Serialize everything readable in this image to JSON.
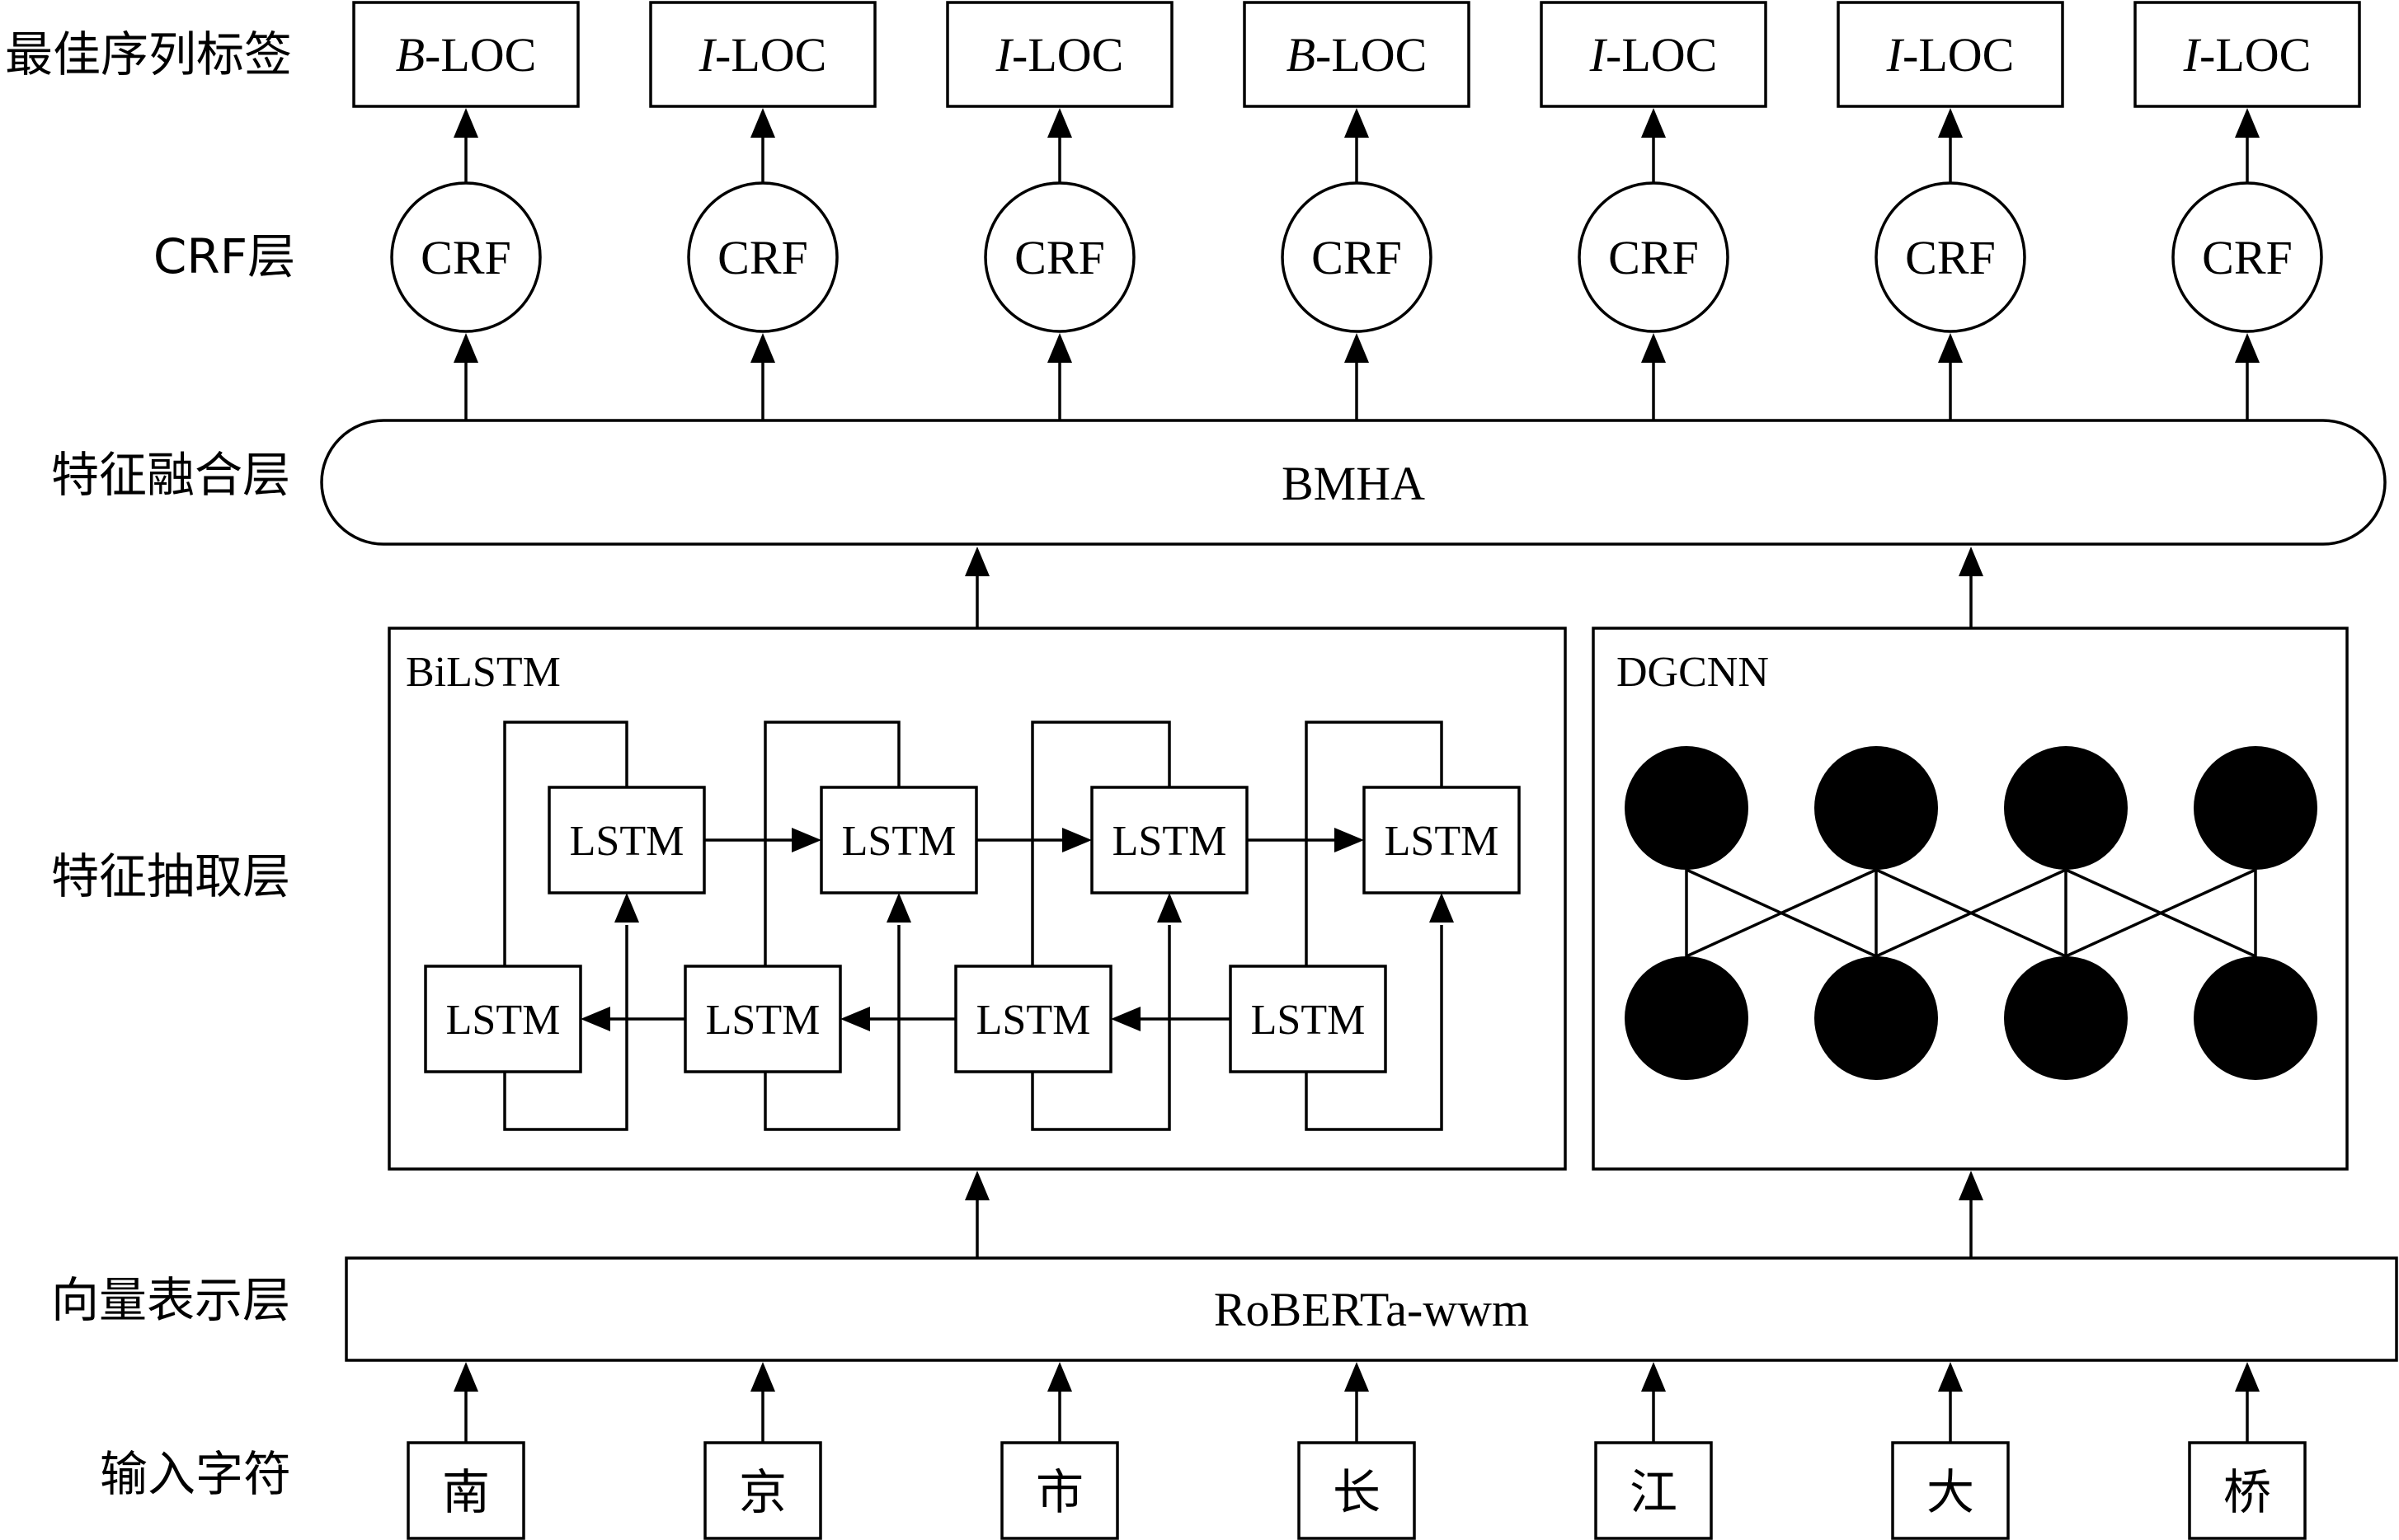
{
  "layer_labels": {
    "labels": "最佳序列标签",
    "crf": "CRF层",
    "fusion": "特征融合层",
    "extraction": "特征抽取层",
    "embedding": "向量表示层",
    "input": "输入字符"
  },
  "output_tags": [
    {
      "prefix": "B",
      "suffix": "-LOC"
    },
    {
      "prefix": "I",
      "suffix": "-LOC"
    },
    {
      "prefix": "I",
      "suffix": "-LOC"
    },
    {
      "prefix": "B",
      "suffix": "-LOC"
    },
    {
      "prefix": "I",
      "suffix": "-LOC"
    },
    {
      "prefix": "I",
      "suffix": "-LOC"
    },
    {
      "prefix": "I",
      "suffix": "-LOC"
    }
  ],
  "crf_label": "CRF",
  "fusion_label": "BMHA",
  "bilstm": {
    "title": "BiLSTM",
    "cell_label": "LSTM"
  },
  "dgcnn": {
    "title": "DGCNN"
  },
  "embedding_label": "RoBERTa-wwm",
  "input_chars": [
    "南",
    "京",
    "市",
    "长",
    "江",
    "大",
    "桥"
  ]
}
